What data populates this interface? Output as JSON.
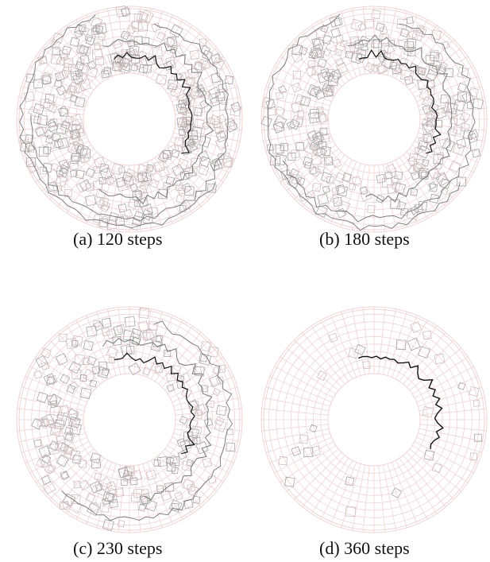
{
  "figure": {
    "panels": [
      {
        "id": "a",
        "caption": "(a) 120 steps",
        "steps": 120
      },
      {
        "id": "b",
        "caption": "(b) 180 steps",
        "steps": 180
      },
      {
        "id": "c",
        "caption": "(c) 230 steps",
        "steps": 230
      },
      {
        "id": "d",
        "caption": "(d) 360 steps",
        "steps": 360
      }
    ],
    "colors": {
      "mesh_light": "#f0d4d4",
      "mesh_mid": "#c8b8b8",
      "path_dark": "#111111",
      "path_gray": "#777777"
    }
  }
}
